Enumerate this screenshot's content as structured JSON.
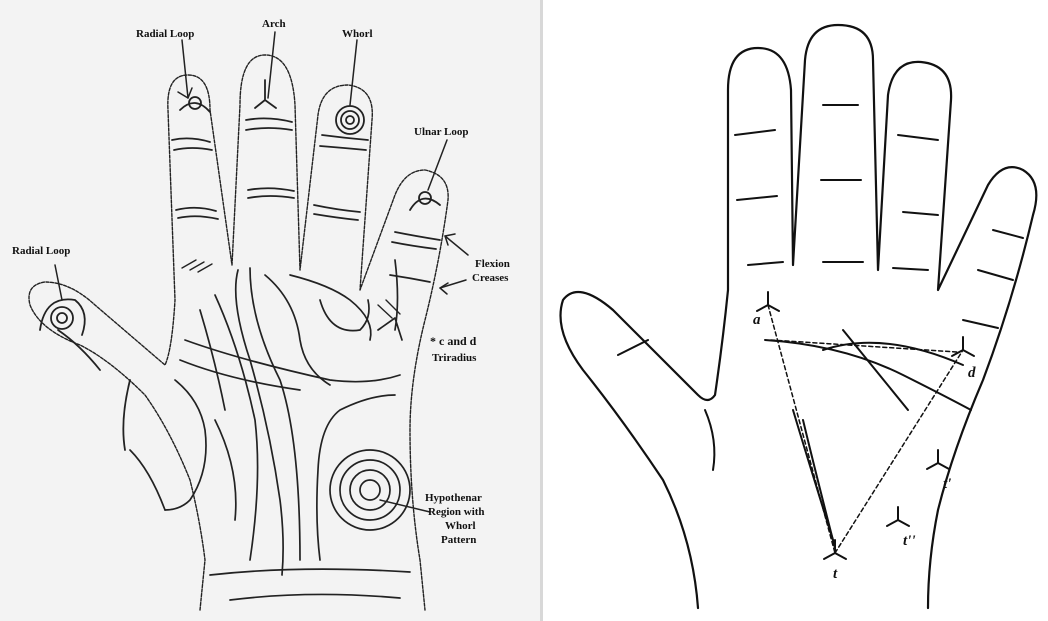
{
  "left_diagram": {
    "labels": {
      "radial_loop_top": "Radial Loop",
      "arch": "Arch",
      "whorl": "Whorl",
      "ulnar_loop": "Ulnar Loop",
      "radial_loop_thumb": "Radial Loop",
      "flexion_creases_line1": "Flexion",
      "flexion_creases_line2": "Creases",
      "c_d_triradius_line1": "* c and d",
      "c_d_triradius_line2": "Triradius",
      "hypothenar_line1": "Hypothenar",
      "hypothenar_line2": "Region with",
      "hypothenar_line3": "Whorl",
      "hypothenar_line4": "Pattern"
    }
  },
  "right_diagram": {
    "triradius_labels": {
      "a": "a",
      "d": "d",
      "t": "t",
      "t_prime": "t'",
      "t_double_prime": "t''"
    }
  }
}
